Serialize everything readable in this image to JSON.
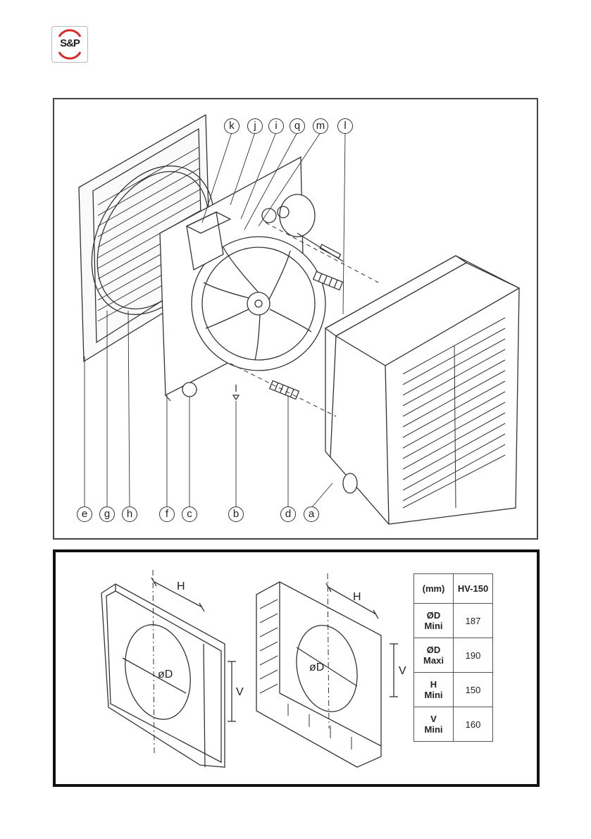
{
  "logo": {
    "text": "S&P",
    "color": "#d62a2a"
  },
  "exploded_view": {
    "callouts_top": [
      "k",
      "j",
      "i",
      "q",
      "m",
      "l"
    ],
    "callouts_bottom": [
      "e",
      "g",
      "h",
      "f",
      "c",
      "b",
      "d",
      "a"
    ]
  },
  "dimensions": {
    "label_H": "H",
    "label_V": "V",
    "label_D": "øD",
    "table": {
      "header": [
        "(mm)",
        "HV-150"
      ],
      "rows": [
        {
          "label_line1": "ØD",
          "label_line2": "Mini",
          "value": "187"
        },
        {
          "label_line1": "ØD",
          "label_line2": "Maxi",
          "value": "190"
        },
        {
          "label_line1": "H",
          "label_line2": "Mini",
          "value": "150"
        },
        {
          "label_line1": "V",
          "label_line2": "Mini",
          "value": "160"
        }
      ]
    }
  }
}
